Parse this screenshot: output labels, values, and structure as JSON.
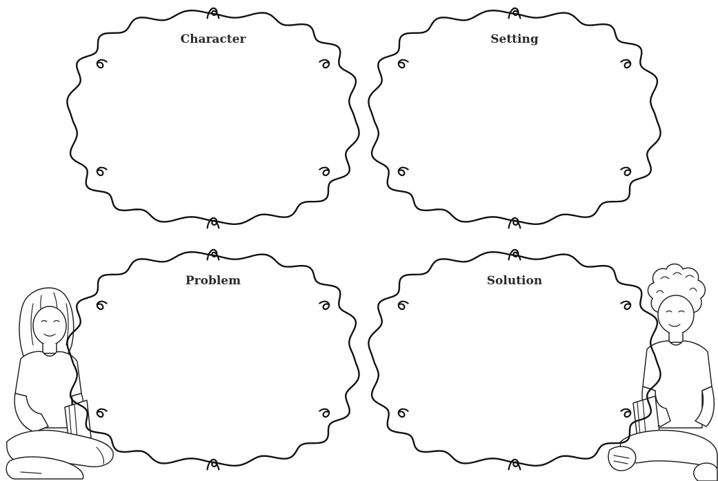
{
  "frames": [
    {
      "id": "character",
      "label": "Character"
    },
    {
      "id": "setting",
      "label": "Setting"
    },
    {
      "id": "problem",
      "label": "Problem"
    },
    {
      "id": "solution",
      "label": "Solution"
    }
  ],
  "illustrations": [
    {
      "id": "girl-reading",
      "icon": "girl-reading-book-illustration"
    },
    {
      "id": "boy-reading",
      "icon": "boy-reading-book-illustration"
    }
  ]
}
